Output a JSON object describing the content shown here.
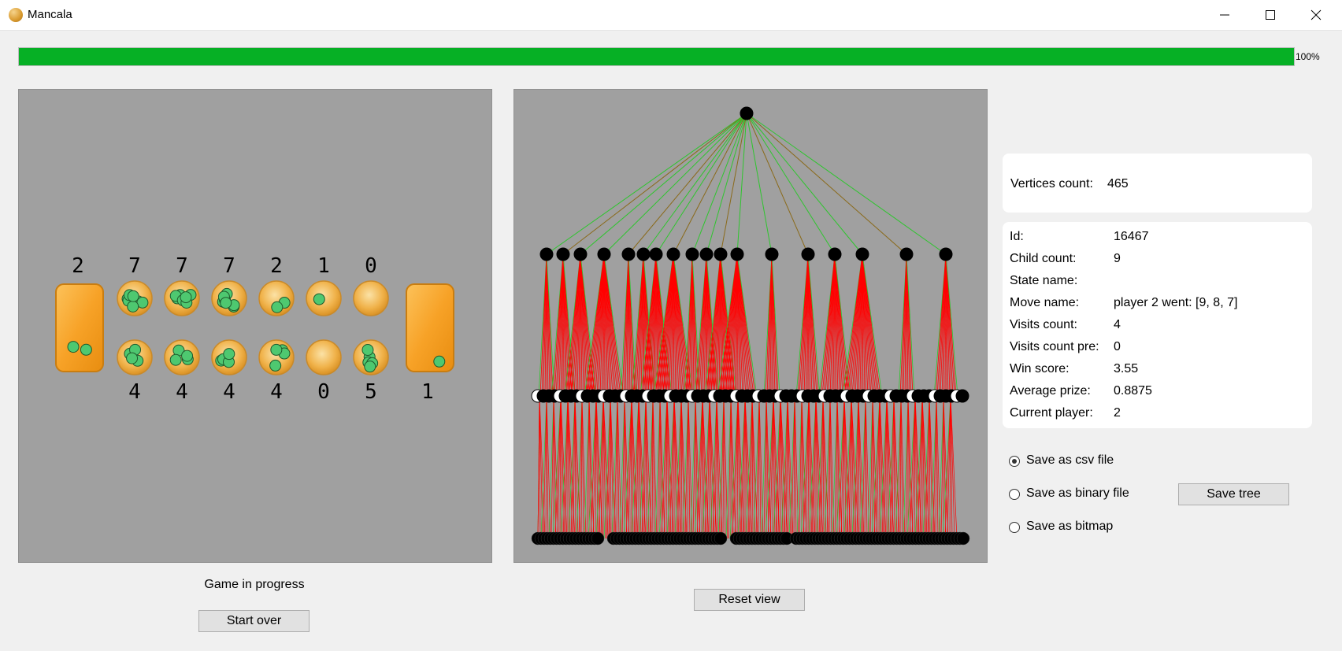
{
  "window": {
    "title": "Mancala",
    "controls": [
      "minimize-icon",
      "maximize-icon",
      "close-icon"
    ]
  },
  "progress": {
    "value": 1.0,
    "label": "100%",
    "color": "#06b025"
  },
  "board": {
    "top_store": "2",
    "bottom_store": "1",
    "top_pits": [
      "7",
      "7",
      "7",
      "2",
      "1",
      "0"
    ],
    "bottom_pits": [
      "4",
      "4",
      "4",
      "4",
      "0",
      "5"
    ],
    "pit_color": "#f0b24a",
    "store_color": "#f7a227",
    "stone_color": "#4ec870"
  },
  "status": {
    "game_status": "Game in progress",
    "start_over": "Start over",
    "reset_view": "Reset view"
  },
  "tree_info": {
    "vertices_label": "Vertices count:",
    "vertices_value": "465",
    "rows": [
      {
        "key": "Id:",
        "value": "16467"
      },
      {
        "key": "Child count:",
        "value": "9"
      },
      {
        "key": "State name:",
        "value": ""
      },
      {
        "key": "Move name:",
        "value": "player 2 went: [9, 8, 7]"
      },
      {
        "key": "Visits count:",
        "value": "4"
      },
      {
        "key": "Visits count pre:",
        "value": "0"
      },
      {
        "key": "Win score:",
        "value": "3.55"
      },
      {
        "key": "Average prize:",
        "value": "0.8875"
      },
      {
        "key": "Current player:",
        "value": "2"
      }
    ]
  },
  "save": {
    "options": [
      {
        "label": "Save as csv file",
        "selected": true
      },
      {
        "label": "Save as binary file",
        "selected": false
      },
      {
        "label": "Save as bitmap",
        "selected": false
      }
    ],
    "button": "Save tree"
  },
  "tree_colors": {
    "edge_green": "#2ec52e",
    "edge_olive": "#8a6a1a",
    "edge_red": "#ff0000",
    "node_black": "#000000",
    "node_white": "#ffffff"
  }
}
